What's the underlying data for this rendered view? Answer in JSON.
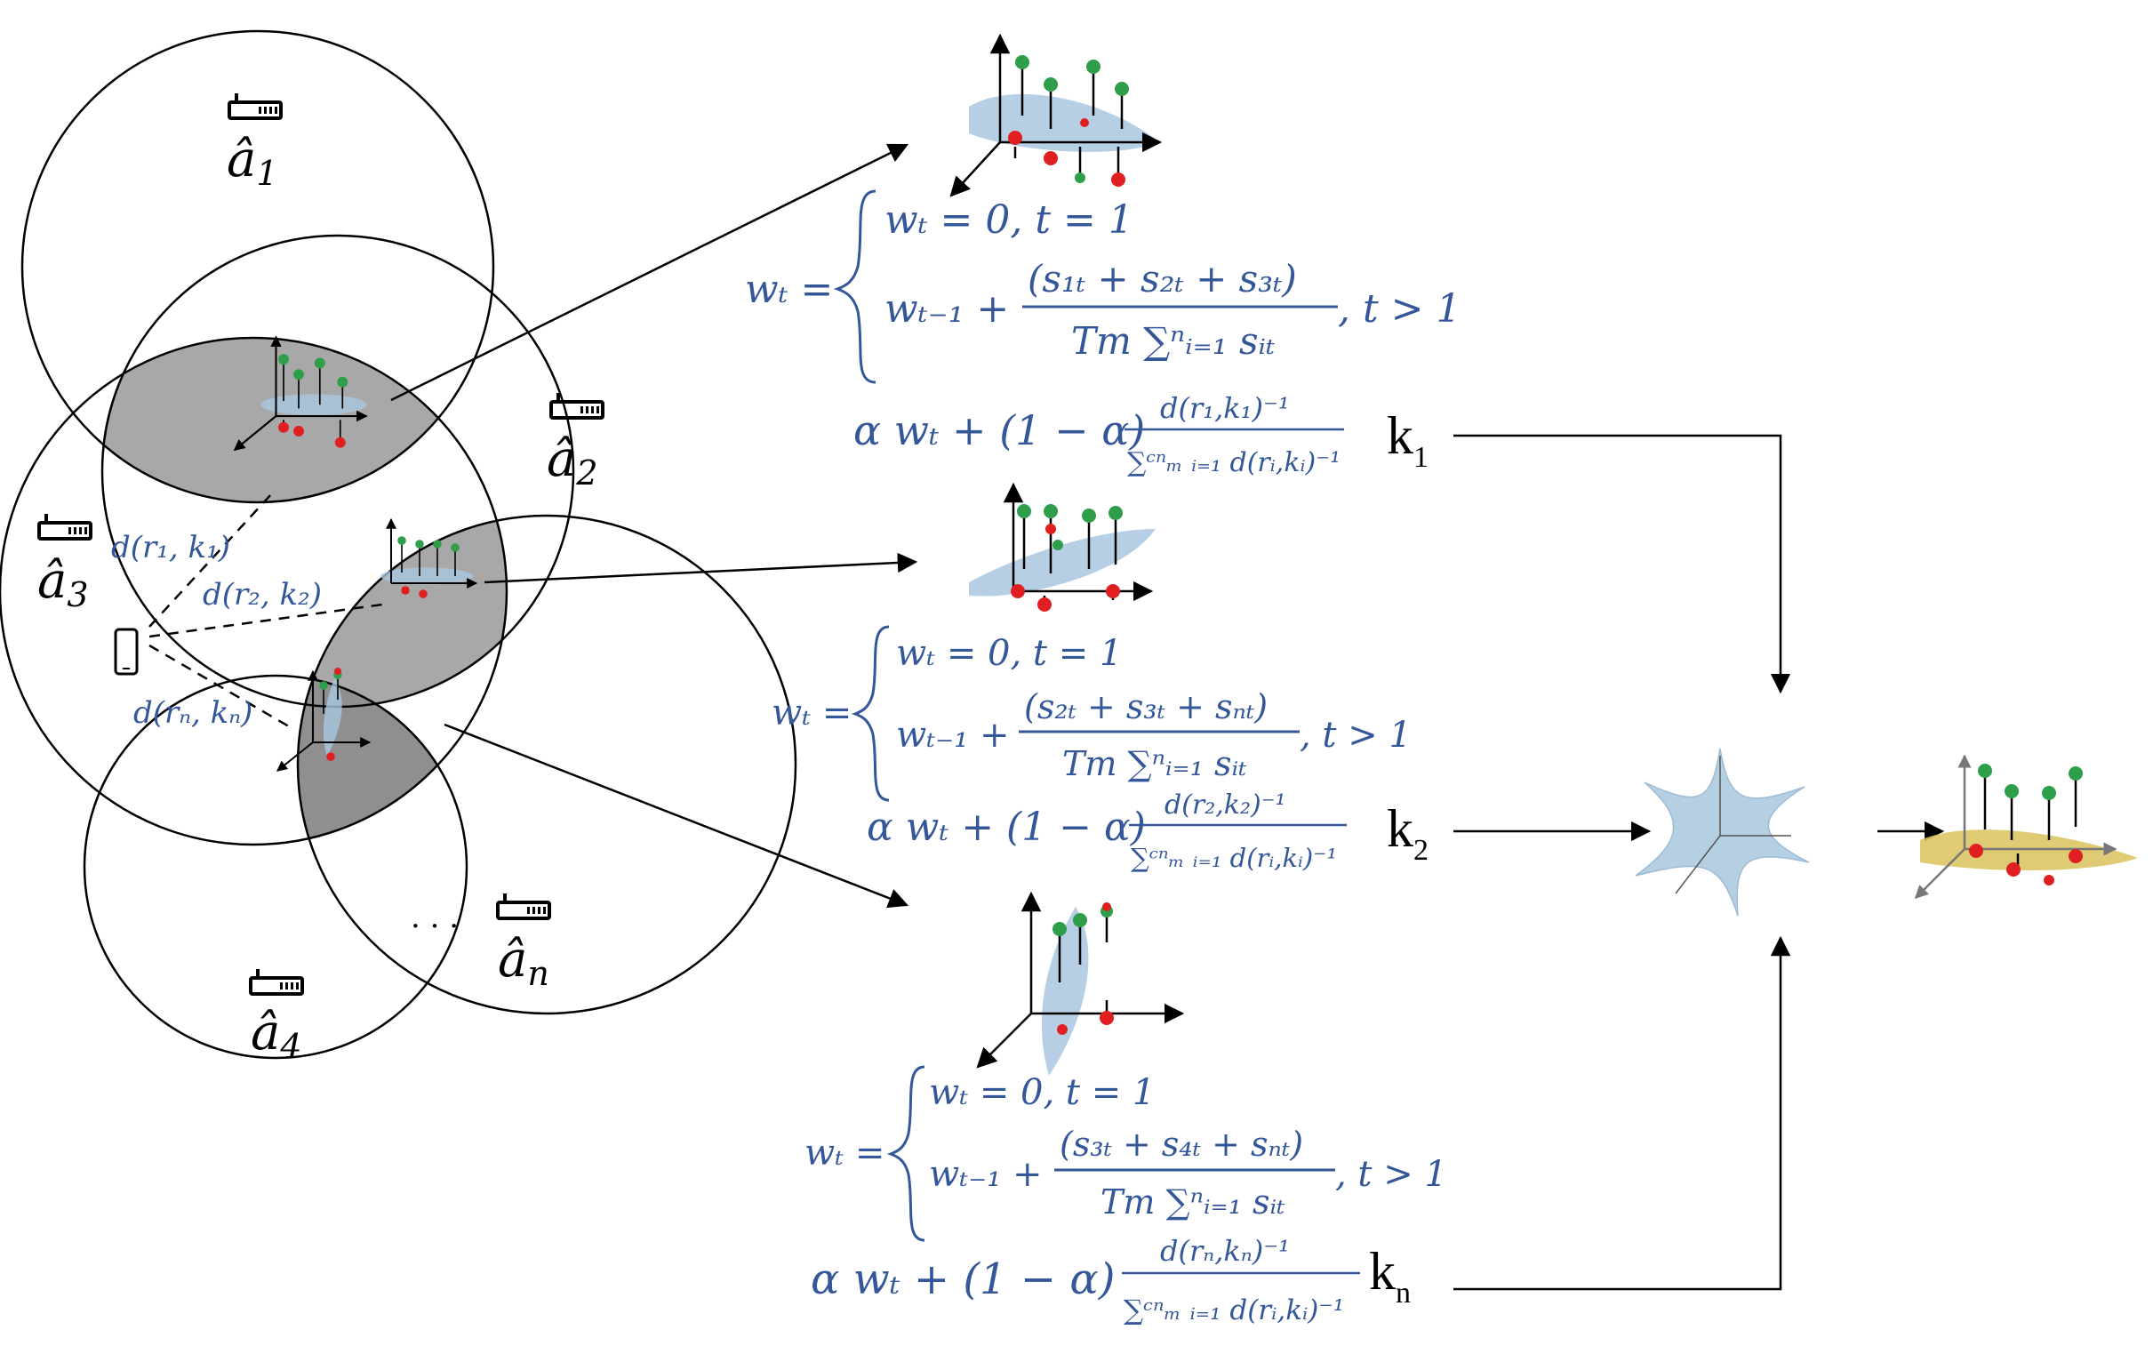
{
  "access_points": [
    {
      "label": "â",
      "sub": "1"
    },
    {
      "label": "â",
      "sub": "2"
    },
    {
      "label": "â",
      "sub": "3"
    },
    {
      "label": "â",
      "sub": "4"
    },
    {
      "label": "â",
      "sub": "n"
    }
  ],
  "distances": [
    "d(r₁, k₁)",
    "d(r₂, k₂)",
    "d(rₙ, kₙ)"
  ],
  "ellipsis": "· · ·",
  "equations": [
    {
      "lhs": "wₜ =",
      "case1": "wₜ = 0, t = 1",
      "case2_prefix": "wₜ₋₁ +",
      "case2_num": "(s₁ₜ + s₂ₜ + s₃ₜ)",
      "case2_den": "Tm ∑ⁿᵢ₌₁ sᵢₜ",
      "case2_suffix": ", t > 1",
      "combo_prefix": "α wₜ + (1 − α)",
      "combo_num": "d(r₁,k₁)⁻¹",
      "combo_den": "∑ᶜⁿₘ ᵢ₌₁ d(rᵢ,kᵢ)⁻¹",
      "k_label": "k",
      "k_sub": "1"
    },
    {
      "lhs": "wₜ =",
      "case1": "wₜ = 0, t = 1",
      "case2_prefix": "wₜ₋₁ +",
      "case2_num": "(s₂ₜ + s₃ₜ + sₙₜ)",
      "case2_den": "Tm ∑ⁿᵢ₌₁ sᵢₜ",
      "case2_suffix": ", t > 1",
      "combo_prefix": "α wₜ + (1 − α)",
      "combo_num": "d(r₂,k₂)⁻¹",
      "combo_den": "∑ᶜⁿₘ ᵢ₌₁ d(rᵢ,kᵢ)⁻¹",
      "k_label": "k",
      "k_sub": "2"
    },
    {
      "lhs": "wₜ =",
      "case1": "wₜ = 0, t = 1",
      "case2_prefix": "wₜ₋₁ +",
      "case2_num": "(s₃ₜ + s₄ₜ + sₙₜ)",
      "case2_den": "Tm ∑ⁿᵢ₌₁ sᵢₜ",
      "case2_suffix": ", t > 1",
      "combo_prefix": "α wₜ + (1 − α)",
      "combo_num": "d(rₙ,kₙ)⁻¹",
      "combo_den": "∑ᶜⁿₘ ᵢ₌₁ d(rᵢ,kᵢ)⁻¹",
      "k_label": "k",
      "k_sub": "n"
    }
  ],
  "colors": {
    "equation_text": "#34579a",
    "region_fill": "#a8a8a8",
    "positive_marker": "#2e9e4a",
    "negative_marker": "#e02020",
    "surface_blue": "#a9c7df",
    "surface_yellow": "#d8c25a"
  },
  "icons": {
    "router": "router-icon",
    "phone": "smartphone-icon",
    "plot": "3d-stem-plot-icon",
    "merge": "star-surface-icon"
  }
}
